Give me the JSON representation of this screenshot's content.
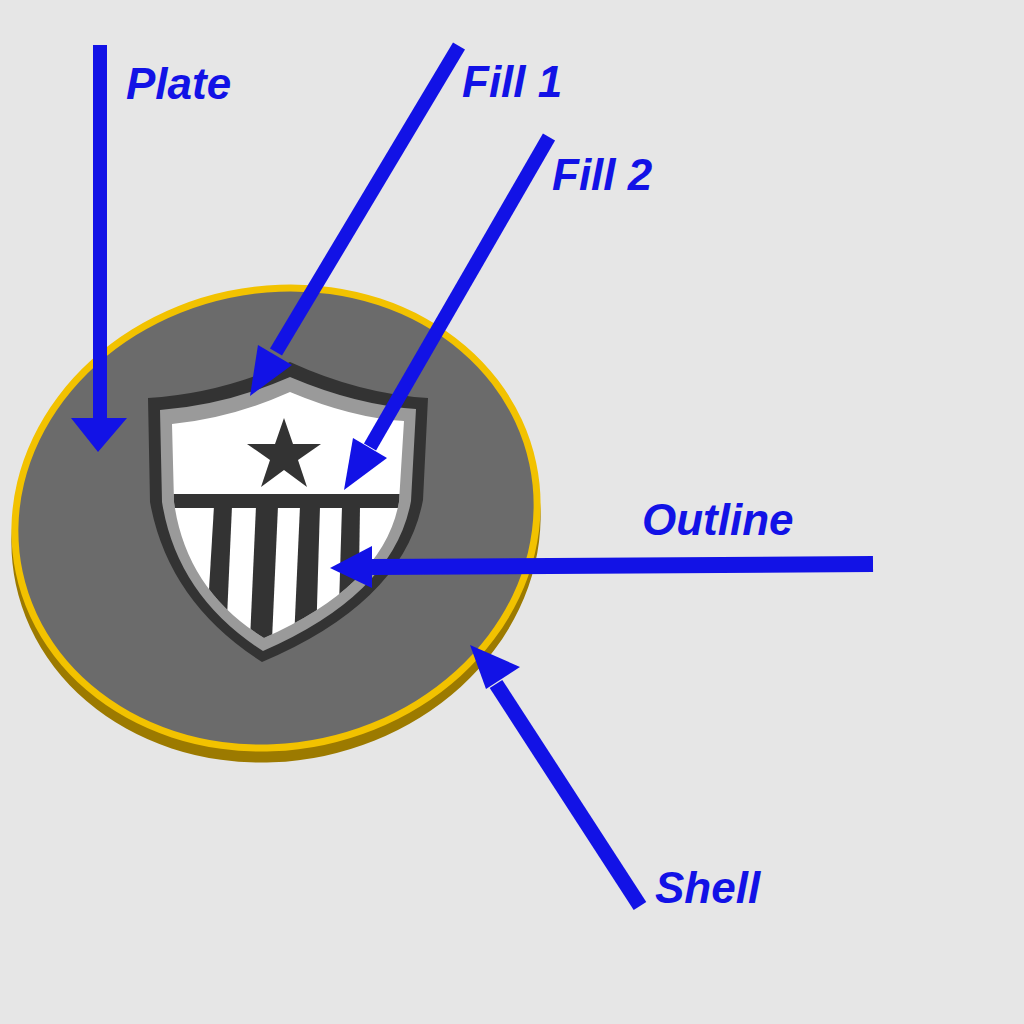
{
  "diagram": {
    "labels": [
      "Plate",
      "Fill 1",
      "Fill 2",
      "Outline",
      "Shell"
    ]
  }
}
